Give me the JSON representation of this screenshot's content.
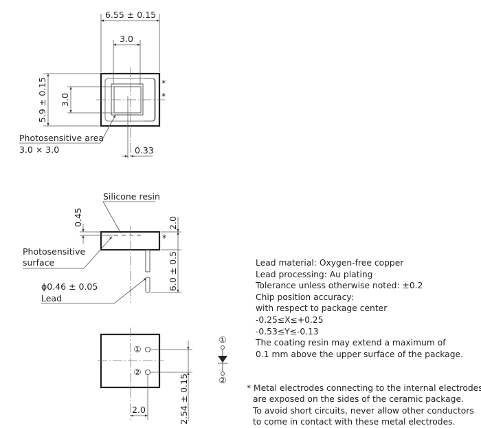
{
  "top_view": {
    "width_dim": "6.55 ± 0.15",
    "chip_width_dim": "3.0",
    "height_dim": "5.9 ± 0.15",
    "chip_height_dim": "3.0",
    "offset_dim": "0.33",
    "photosensitive_label": "Photosensitive area",
    "photosensitive_size": "3.0 × 3.0",
    "asterisk": "*"
  },
  "side_view": {
    "silicone_label": "Silicone resin",
    "depth_dim": "0.45",
    "thickness_dim": "2.0",
    "lead_length_dim": "6.0 ± 0.5",
    "surface_label_1": "Photosensitive",
    "surface_label_2": "surface",
    "lead_dia": "ϕ0.46 ± 0.05",
    "lead_label": "Lead",
    "asterisk": "*"
  },
  "bottom_view": {
    "pin1": "①",
    "pin2": "②",
    "pitch_dim": "2.54 ± 0.15",
    "offset_dim": "2.0"
  },
  "symbol": {
    "pin1": "①",
    "pin2": "②"
  },
  "notes": [
    "Lead material: Oxygen-free copper",
    "Lead processing: Au plating",
    "Tolerance unless otherwise noted: ±0.2",
    "Chip position accuracy:",
    "with respect to package center",
    "-0.25≤X≤+0.25",
    "-0.53≤Y≤-0.13",
    "The coating resin may extend a maximum of",
    "0.1 mm above the upper surface of the package."
  ],
  "asterisk_note": [
    "* Metal electrodes connecting to the internal electrodes",
    "  are exposed on the sides of the ceramic package.",
    "  To avoid short circuits, never allow other conductors",
    "  to come in contact with these metal electrodes."
  ]
}
